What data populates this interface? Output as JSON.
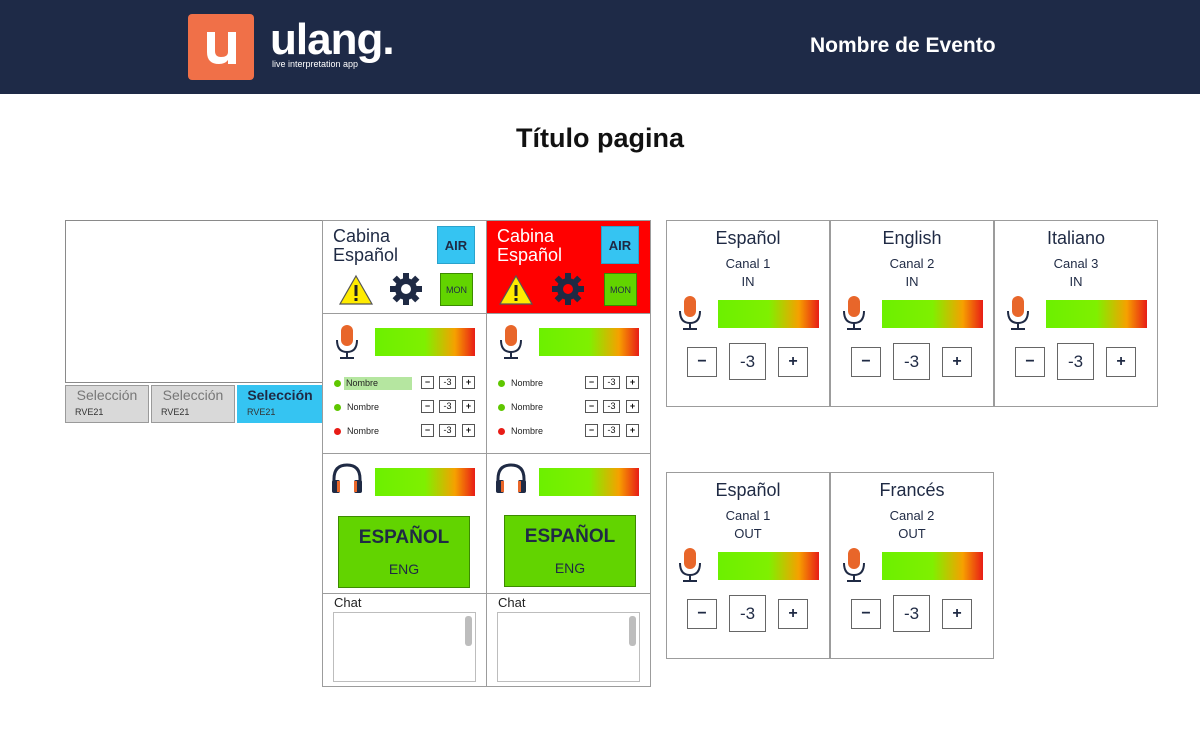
{
  "header": {
    "logo_letter": "u",
    "logo_word": "ulang.",
    "logo_tagline": "live interpretation app",
    "event_name": "Nombre de Evento"
  },
  "page": {
    "title": "Título pagina"
  },
  "selection": [
    {
      "label": "Selección",
      "code": "RVE21",
      "active": false
    },
    {
      "label": "Selección",
      "code": "RVE21",
      "active": false
    },
    {
      "label": "Selección",
      "code": "RVE21",
      "active": true
    }
  ],
  "cabinas": [
    {
      "title_line1": "Cabina",
      "title_line2": "Español",
      "state": "normal",
      "air_label": "AIR",
      "mon_label": "MON",
      "participants": [
        {
          "name": "Nombre",
          "status": "green",
          "value": "-3",
          "highlighted": true
        },
        {
          "name": "Nombre",
          "status": "green",
          "value": "-3",
          "highlighted": false
        },
        {
          "name": "Nombre",
          "status": "red",
          "value": "-3",
          "highlighted": false
        }
      ],
      "language_button": {
        "primary": "ESPAÑOL",
        "secondary": "ENG"
      },
      "chat_label": "Chat"
    },
    {
      "title_line1": "Cabina",
      "title_line2": "Español",
      "state": "alert",
      "air_label": "AIR",
      "mon_label": "MON",
      "participants": [
        {
          "name": "Nombre",
          "status": "green",
          "value": "-3",
          "highlighted": false
        },
        {
          "name": "Nombre",
          "status": "green",
          "value": "-3",
          "highlighted": false
        },
        {
          "name": "Nombre",
          "status": "red",
          "value": "-3",
          "highlighted": false
        }
      ],
      "language_button": {
        "primary": "ESPAÑOL",
        "secondary": "ENG"
      },
      "chat_label": "Chat"
    }
  ],
  "controls": {
    "minus": "−",
    "plus": "+"
  },
  "channels_in": [
    {
      "language": "Español",
      "channel": "Canal 1",
      "direction": "IN",
      "value": "-3"
    },
    {
      "language": "English",
      "channel": "Canal 2",
      "direction": "IN",
      "value": "-3"
    },
    {
      "language": "Italiano",
      "channel": "Canal 3",
      "direction": "IN",
      "value": "-3"
    }
  ],
  "channels_out": [
    {
      "language": "Español",
      "channel": "Canal 1",
      "direction": "OUT",
      "value": "-3"
    },
    {
      "language": "Francés",
      "channel": "Canal 2",
      "direction": "OUT",
      "value": "-3"
    }
  ],
  "colors": {
    "header_bg": "#1e2a47",
    "brand_orange": "#f07048",
    "alert_red": "#ff0000",
    "air_blue": "#35c4f2",
    "active_green": "#62d400",
    "mic_orange": "#e8662a"
  }
}
